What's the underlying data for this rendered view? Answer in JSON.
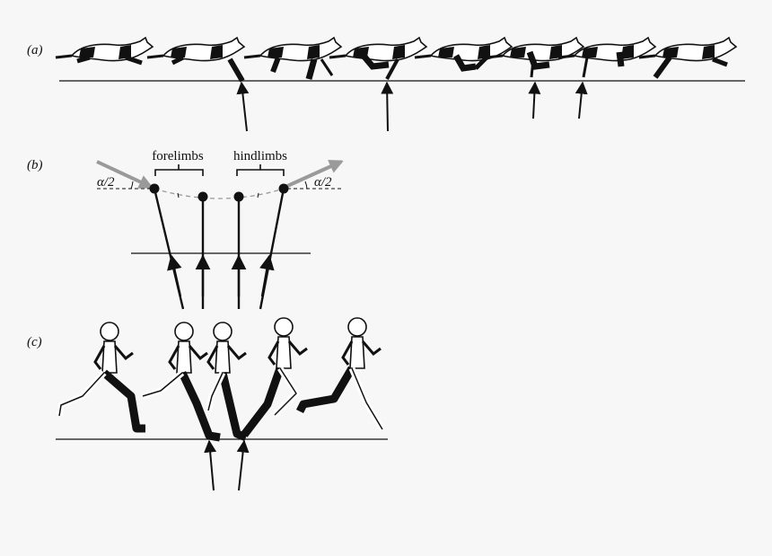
{
  "panels": {
    "a": {
      "label": "(a)"
    },
    "b": {
      "label": "(b)",
      "forelimbs_label": "forelimbs",
      "hindlimbs_label": "hindlimbs",
      "angle_left": "α/2",
      "angle_right": "α/2"
    },
    "c": {
      "label": "(c)"
    }
  },
  "colors": {
    "ink": "#111111",
    "grey_arrow": "#999999",
    "background": "#f7f7f7"
  }
}
